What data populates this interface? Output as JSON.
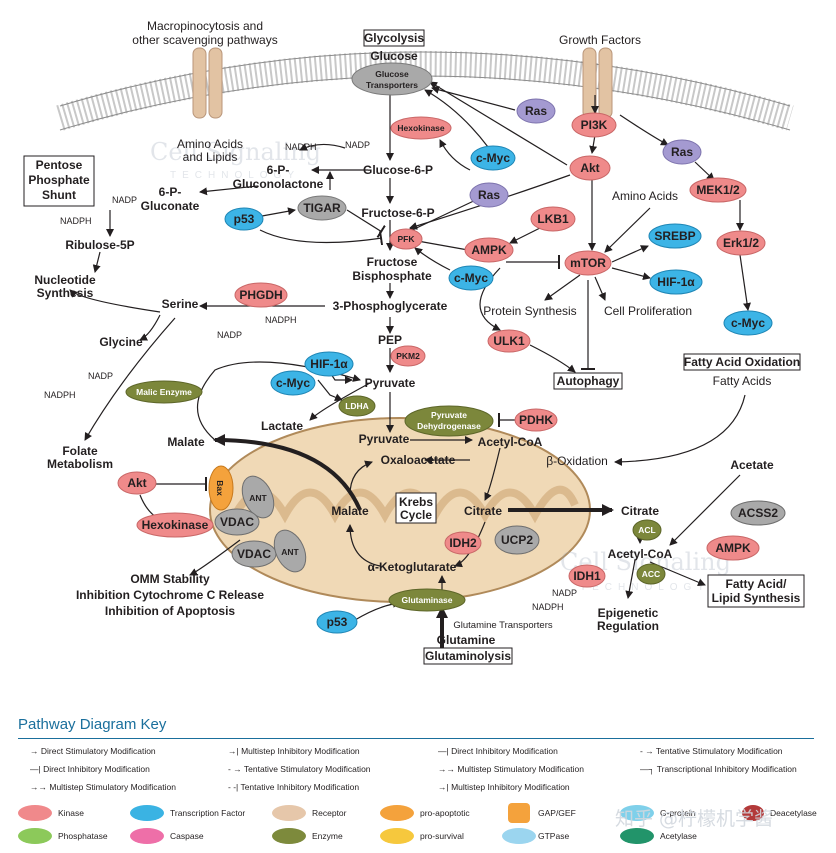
{
  "labels": {
    "macro": [
      "Macropinocytosis and",
      "other scavenging pathways"
    ],
    "glycolysis_box": "Glycolysis",
    "glucose": "Glucose",
    "glucose_transporters": [
      "Glucose",
      "Transporters"
    ],
    "growth_factors": "Growth Factors",
    "amino_lipids": [
      "Amino Acids",
      "and Lipids"
    ],
    "nadph": "NADPH",
    "nadp": "NADP",
    "ppp_box": [
      "Pentose",
      "Phosphate",
      "Shunt"
    ],
    "phospho_gluconate": [
      "6-P-",
      "Gluconate"
    ],
    "gluconolactone": [
      "6-P-",
      "Gluconolactone"
    ],
    "g6p": "Glucose-6-P",
    "f6p": "Fructose-6-P",
    "fbp": [
      "Fructose",
      "Bisphosphate"
    ],
    "ribulose": "Ribulose-5P",
    "nucleotide": [
      "Nucleotide",
      "Synthesis"
    ],
    "serine": "Serine",
    "glycine": "Glycine",
    "pg3": "3-Phosphoglycerate",
    "pep": "PEP",
    "pyruvate": "Pyruvate",
    "lactate": "Lactate",
    "malate": "Malate",
    "folate": [
      "Folate",
      "Metabolism"
    ],
    "amino_acids": "Amino Acids",
    "protein_synth": "Protein Synthesis",
    "cell_prolif": "Cell Proliferation",
    "autophagy": "Autophagy",
    "fao_box": "Fatty Acid Oxidation",
    "fatty_acids": "Fatty Acids",
    "beta_ox": "β-Oxidation",
    "acetate": "Acetate",
    "acetyl_coa": "Acetyl-CoA",
    "oxaloacetate": "Oxaloacetate",
    "krebs": [
      "Krebs",
      "Cycle"
    ],
    "citrate": "Citrate",
    "akg": "α-Ketoglutarate",
    "fas_box": [
      "Fatty Acid/",
      "Lipid Synthesis"
    ],
    "epigenetic": [
      "Epigenetic",
      "Regulation"
    ],
    "omm": [
      "OMM Stability",
      "Inhibition Cytochrome C Release",
      "Inhibition of Apoptosis"
    ],
    "glutamine": "Glutamine",
    "glutaminolysis": "Glutaminolysis",
    "glutamine_transporters": "Glutamine Transporters"
  },
  "nodes": {
    "ras1": "Ras",
    "pi3k": "PI3K",
    "ras2": "Ras",
    "hexokinase": "Hexokinase",
    "cmyc1": "c-Myc",
    "akt": "Akt",
    "mek": "MEK1/2",
    "p53_1": "p53",
    "tigar": "TIGAR",
    "ras3": "Ras",
    "lkb1": "LKB1",
    "erk": "Erk1/2",
    "pfk": "PFK",
    "ampk1": "AMPK",
    "mtor": "mTOR",
    "srebp": "SREBP",
    "cmyc2": "c-Myc",
    "hif1a_1": "HIF-1α",
    "cmyc3": "c-Myc",
    "phgdh": "PHGDH",
    "ulk1": "ULK1",
    "hif1a_2": "HIF-1α",
    "pkm2": "PKM2",
    "cmyc4": "c-Myc",
    "malic": "Malic Enzyme",
    "ldha": "LDHA",
    "pdh": [
      "Pyruvate",
      "Dehydrogenase"
    ],
    "pdhk": "PDHK",
    "akt2": "Akt",
    "bax": "Bax",
    "hexokinase2": "Hexokinase",
    "ant1": "ANT",
    "vdac1": "VDAC",
    "vdac2": "VDAC",
    "ant2": "ANT",
    "idh2": "IDH2",
    "ucp2": "UCP2",
    "acl": "ACL",
    "acss2": "ACSS2",
    "ampk2": "AMPK",
    "acc": "ACC",
    "idh1": "IDH1",
    "p53_2": "p53",
    "glutaminase": "Glutaminase"
  },
  "watermark": [
    "Cell Signaling",
    "TECHNOLOGY"
  ],
  "key": {
    "title": "Pathway Diagram Key",
    "lines": [
      "Direct Stimulatory Modification",
      "Multistep Inhibitory Modification",
      "Direct Inhibitory Modification",
      "Tentative Stimulatory Modification",
      "Direct Inhibitory Modification",
      "Tentative Stimulatory Modification",
      "Multistep Stimulatory Modification",
      "Transcriptional Inhibitory Modification",
      "Multistep Stimulatory Modification",
      "Tentative Inhibitory Modification",
      "Multistep Inhibitory Modification"
    ],
    "shapes": [
      {
        "label": "Kinase",
        "color": "#f0898b"
      },
      {
        "label": "Transcription Factor",
        "color": "#3ab3e3"
      },
      {
        "label": "Receptor",
        "color": "#e6c7aa"
      },
      {
        "label": "pro-apoptotic",
        "color": "#f4a23c"
      },
      {
        "label": "GAP/GEF",
        "color": "#f4a23c"
      },
      {
        "label": "G-protein",
        "color": "#7fd0ea"
      },
      {
        "label": "Deacetylase",
        "color": "#b33a3a"
      },
      {
        "label": "Phosphatase",
        "color": "#8cc95a"
      },
      {
        "label": "Caspase",
        "color": "#ee6fa8"
      },
      {
        "label": "Enzyme",
        "color": "#7d8a3c"
      },
      {
        "label": "pro-survival",
        "color": "#f6c83d"
      },
      {
        "label": "GTPase",
        "color": "#9bd5ef"
      },
      {
        "label": "Acetylase",
        "color": "#22946a"
      }
    ]
  },
  "overlay_watermark": "知乎 @柠檬机学酱",
  "colors": {
    "kinase": "#ef8a8a",
    "tf": "#3cb4e6",
    "enzyme": "#7c873b",
    "gtpase": "#a49ad1",
    "grey": "#a9a9a9",
    "receptor": "#e2c3a3",
    "mito": "#f0d9b6",
    "accent": "#1a6f9c"
  }
}
